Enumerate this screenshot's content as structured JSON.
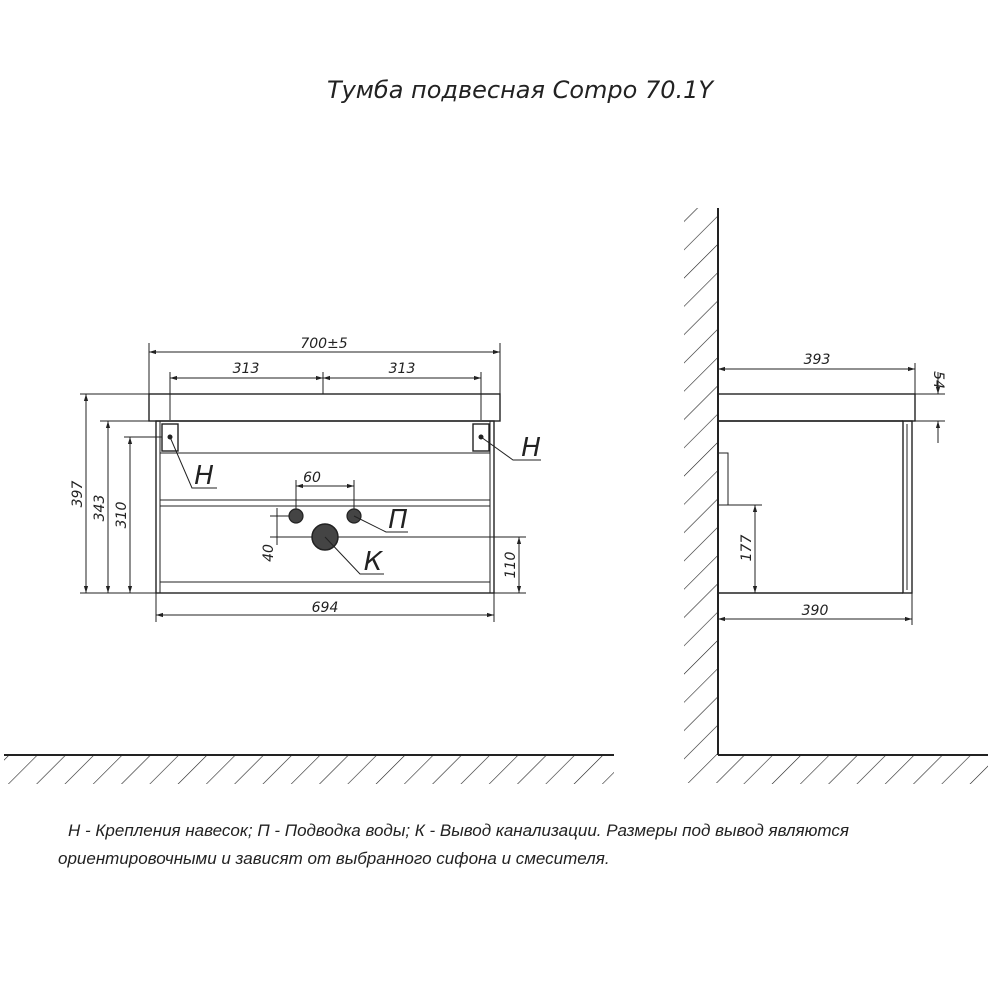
{
  "title": "Тумба подвесная Compo 70.1Y",
  "front_view": {
    "width_total": "700±5",
    "hole_spacing_left": "313",
    "hole_spacing_right": "313",
    "height_total": "397",
    "height_body": "343",
    "height_mount": "310",
    "width_body": "694",
    "water_spacing": "60",
    "water_offset": "40",
    "drain_height": "110",
    "label_mount_left": "Н",
    "label_mount_right": "Н",
    "label_water": "П",
    "label_drain": "К"
  },
  "side_view": {
    "depth_top": "393",
    "top_thickness": "54",
    "depth_body": "390",
    "drawer_height": "177"
  },
  "note": {
    "line1": "Н - Крепления навесок; П - Подводка воды; К - Вывод канализации. Размеры под вывод являются",
    "line2": "ориентировочными и зависят от выбранного сифона и смесителя."
  }
}
